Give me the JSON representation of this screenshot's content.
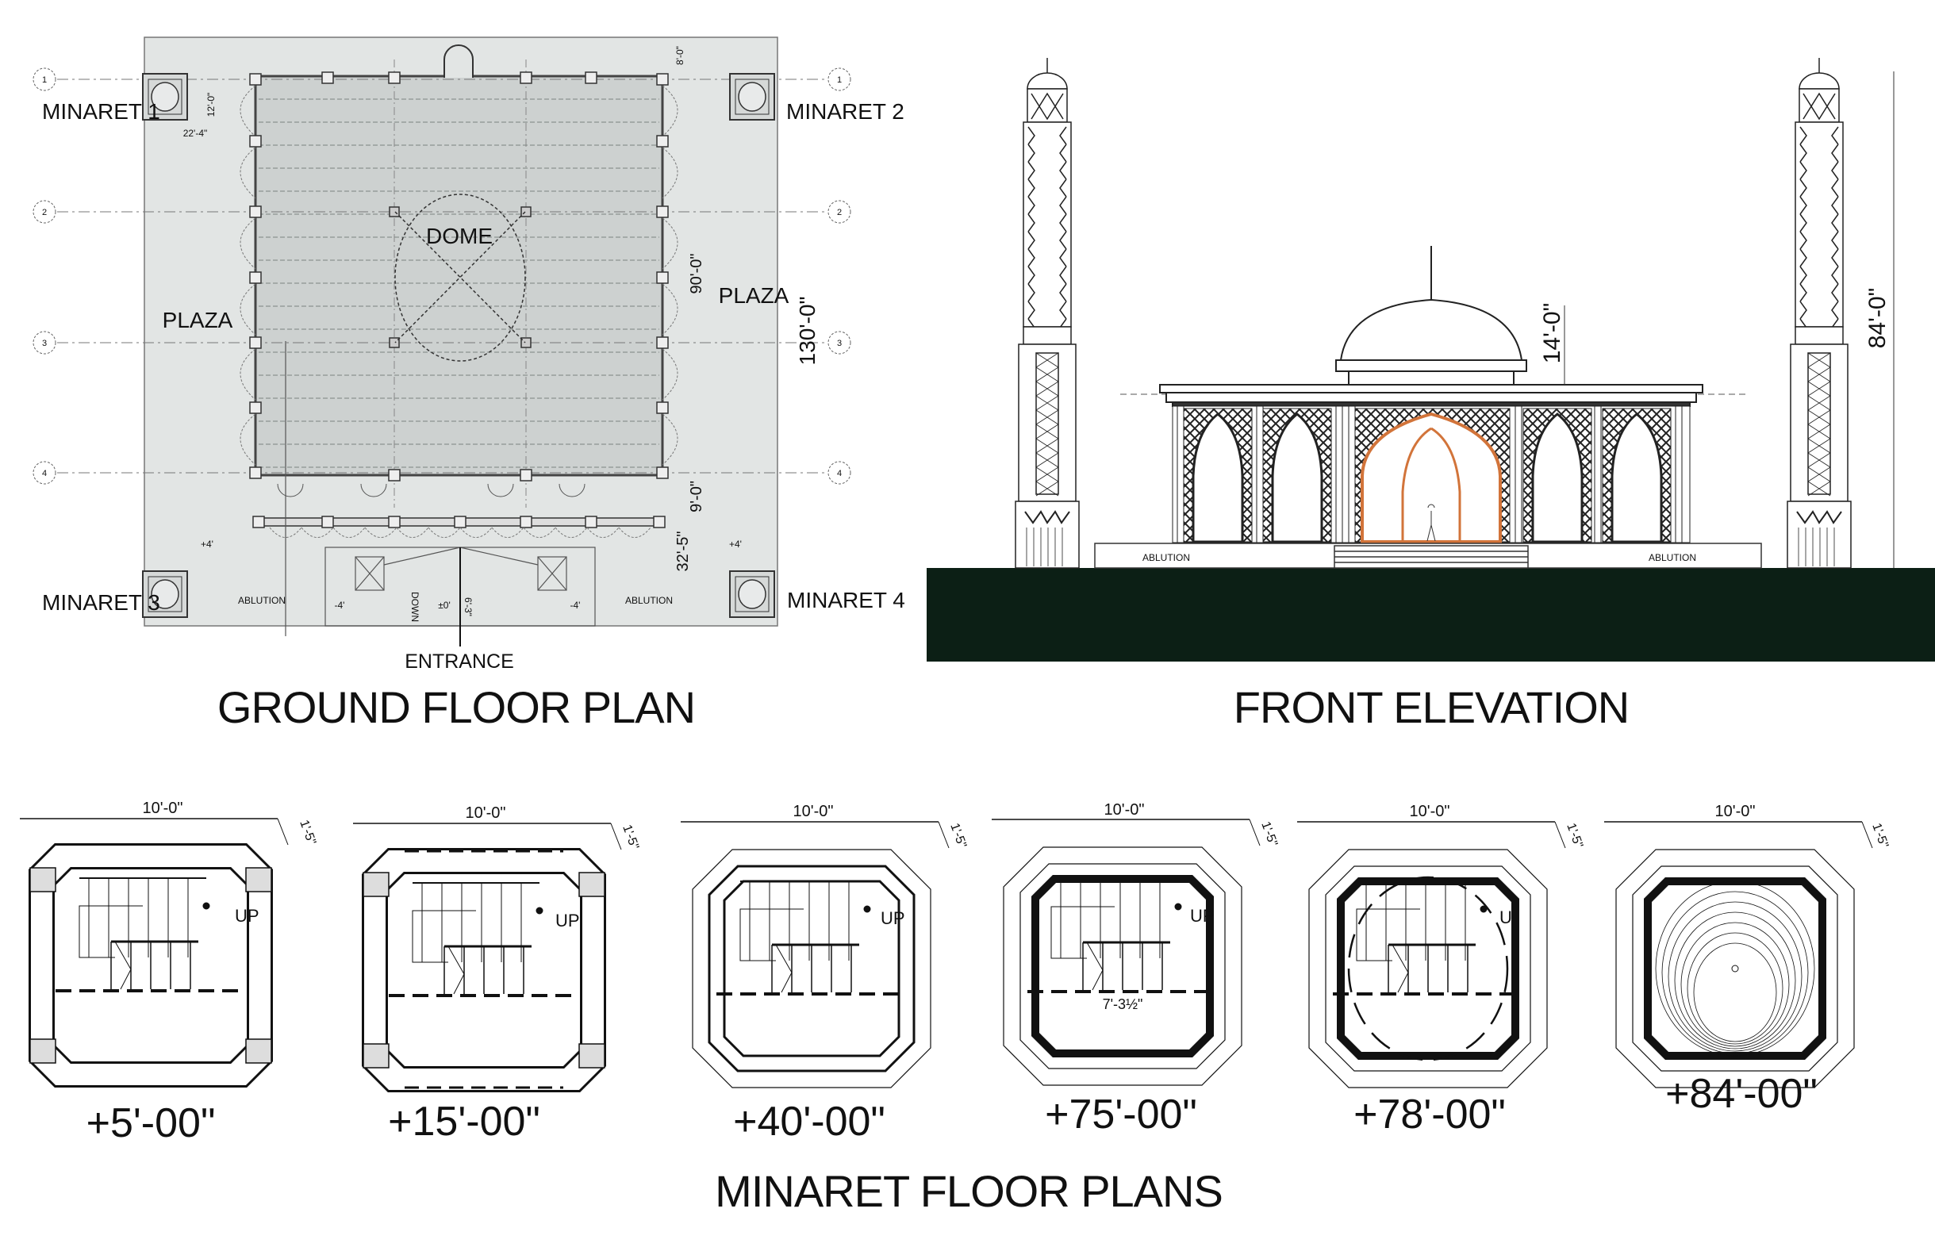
{
  "ground_floor_plan": {
    "title": "GROUND FLOOR PLAN",
    "labels": {
      "minaret_1": "MINARET 1",
      "minaret_2": "MINARET 2",
      "minaret_3": "MINARET 3",
      "minaret_4": "MINARET 4",
      "dome": "DOME",
      "plaza_left": "PLAZA",
      "plaza_right": "PLAZA",
      "entrance": "ENTRANCE",
      "ablution_left": "ABLUTION",
      "ablution_right": "ABLUTION",
      "down": "DOWN"
    },
    "grid_bubbles": [
      "1",
      "2",
      "3",
      "4"
    ],
    "dimensions": {
      "overall_depth": "130'-0\"",
      "hall_depth": "90'-0\"",
      "porch_depth": "9'-0\"",
      "front_depth": "32'-5\"",
      "minaret_offset": "12'-0\"",
      "side_offset": "22'-4\"",
      "rear_offset": "8'-0\""
    },
    "levels": {
      "plaza_left": "+4'",
      "plaza_right": "+4'",
      "stair_left": "-4'",
      "stair_right": "-4'",
      "entrance": "±0'",
      "entrance_step": "6'-3\""
    },
    "colors": {
      "site": "#e2e5e4",
      "hall": "#cdd1d0"
    }
  },
  "front_elevation": {
    "title": "FRONT ELEVATION",
    "dimensions": {
      "dome_height": "14'-0\"",
      "minaret_height": "84'-0\""
    },
    "labels": {
      "ablution_left": "ABLUTION",
      "ablution_right": "ABLUTION"
    },
    "colors": {
      "ground": "#0c1f15",
      "accent_arch": "#d2743a"
    }
  },
  "minaret_floor_plans": {
    "title": "MINARET FLOOR PLANS",
    "plans": [
      {
        "level": "+5'-00\"",
        "width_dim": "10'-0\"",
        "chamfer_dim": "1'-5\"",
        "stair_label": "UP"
      },
      {
        "level": "+15'-00\"",
        "width_dim": "10'-0\"",
        "chamfer_dim": "1'-5\"",
        "stair_label": "UP"
      },
      {
        "level": "+40'-00\"",
        "width_dim": "10'-0\"",
        "chamfer_dim": "1'-5\"",
        "stair_label": "UP"
      },
      {
        "level": "+75'-00\"",
        "width_dim": "10'-0\"",
        "chamfer_dim": "1'-5\"",
        "stair_label": "UP",
        "inner_dim": "7'-3½\""
      },
      {
        "level": "+78'-00\"",
        "width_dim": "10'-0\"",
        "chamfer_dim": "1'-5\"",
        "stair_label": "U"
      },
      {
        "level": "+84'-00\"",
        "width_dim": "10'-0\"",
        "chamfer_dim": "1'-5\""
      }
    ]
  }
}
